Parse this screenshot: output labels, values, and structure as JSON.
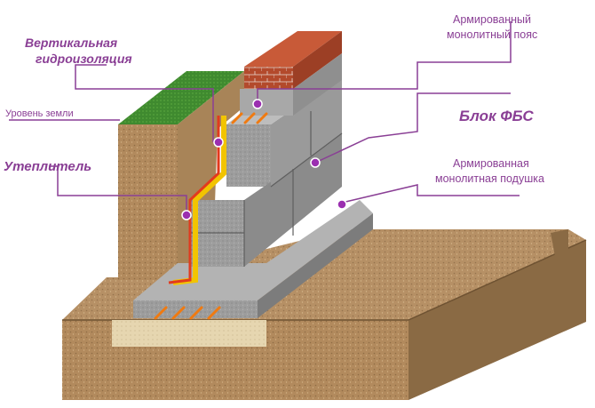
{
  "labels": {
    "vertical_waterproofing": [
      "Вертикальная",
      "гидроизоляция"
    ],
    "reinforced_belt": [
      "Армированный",
      "монолитный пояс"
    ],
    "ground_level": "Уровень земли",
    "fbs_block": "Блок ФБС",
    "insulation": "Утеплитель",
    "reinforced_cushion": [
      "Армированная",
      "монолитная подушка"
    ]
  },
  "colors": {
    "leader": "#8a3f95",
    "marker": "#9b2fb0",
    "soil": "#b0895c",
    "soil_dark": "#8a6a44",
    "grass": "#3f8a2f",
    "block": "#9a9a9a",
    "block_dark": "#6f6f6f",
    "brick": "#b34a2c",
    "insulation": "#f2c400",
    "waterproofing": "#e23a1e"
  }
}
